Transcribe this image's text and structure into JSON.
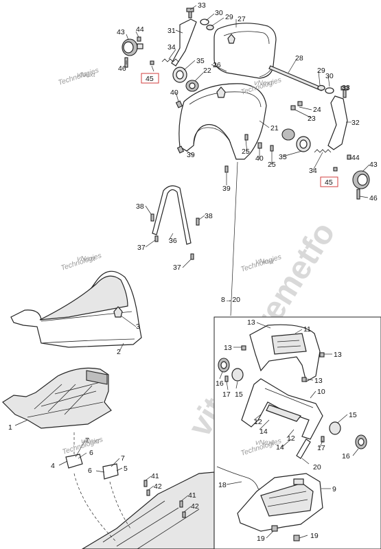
{
  "watermarks": {
    "small": [
      "vNext",
      "Technologies"
    ],
    "big": "vitadextremetfo"
  },
  "callouts": {
    "c33a": "33",
    "c30a": "30",
    "c29a": "29",
    "c27": "27",
    "c31": "31",
    "c44a": "44",
    "c43a": "43",
    "c34a": "34",
    "c35a": "35",
    "c26": "26",
    "c46a": "46",
    "c45a": "45",
    "c22": "22",
    "c28": "28",
    "c29b": "29",
    "c30b": "30",
    "c33b": "33",
    "c40a": "40",
    "c24": "24",
    "c23": "23",
    "c32": "32",
    "c21": "21",
    "c25a": "25",
    "c35b": "35",
    "c40b": "40",
    "c25b": "25",
    "c44b": "44",
    "c43b": "43",
    "c34b": "34",
    "c39a": "39",
    "c39b": "39",
    "c45b": "45",
    "c46b": "46",
    "c38a": "38",
    "c38b": "38",
    "c36": "36",
    "c37a": "37",
    "c37b": "37",
    "c8to20": "8→20",
    "c3": "3",
    "c2": "2",
    "c1": "1",
    "c7a": "7",
    "c4": "4",
    "c6a": "6",
    "c7b": "7",
    "c6b": "6",
    "c5": "5",
    "c41a": "41",
    "c42a": "42",
    "c41b": "41",
    "c42b": "42",
    "c13a": "13",
    "c11": "11",
    "c13b": "13",
    "c13c": "13",
    "c13d": "13",
    "c16a": "16",
    "c17a": "17",
    "c15a": "15",
    "c10": "10",
    "c12a": "12",
    "c14a": "14",
    "c15b": "15",
    "c12b": "12",
    "c14b": "14",
    "c17b": "17",
    "c16b": "16",
    "c20": "20",
    "c18": "18",
    "c9": "9",
    "c19a": "19",
    "c19b": "19"
  }
}
